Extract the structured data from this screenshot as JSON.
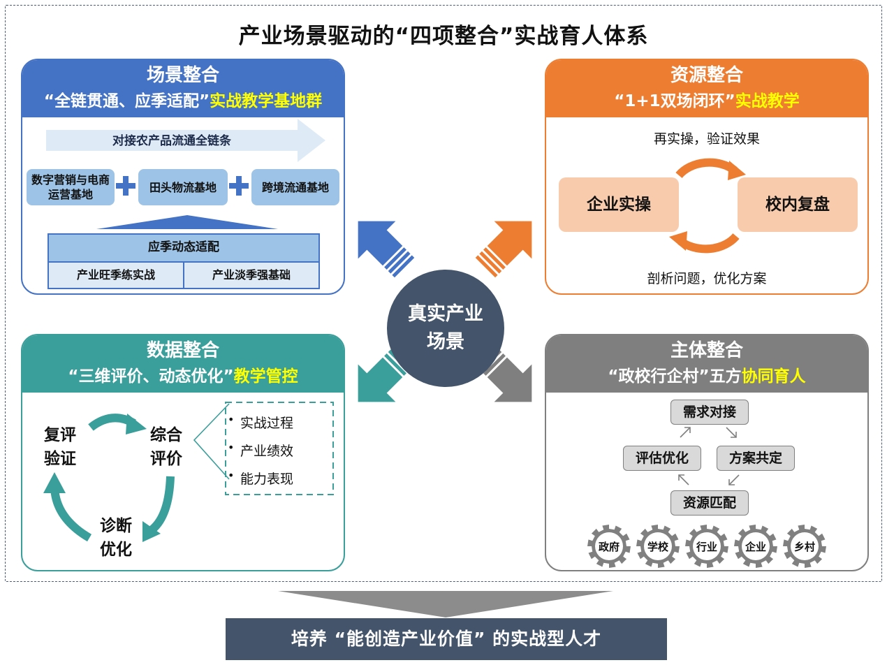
{
  "title": "产业场景驱动的“四项整合”实战育人体系",
  "center": "真实产业场景",
  "scene": {
    "title": "场景整合",
    "subtitle_main": "“全链贯通、应季适配”",
    "subtitle_highlight": "实战教学基地群",
    "chain_label": "对接农产品流通全链条",
    "bases": [
      "数字营销与电商运营基地",
      "田头物流基地",
      "跨境流通基地"
    ],
    "season_title": "应季动态适配",
    "season_items": [
      "产业旺季练实战",
      "产业淡季强基础"
    ]
  },
  "resource": {
    "title": "资源整合",
    "subtitle_main": "“1+1双场闭环”",
    "subtitle_highlight": "实战教学",
    "top_text": "再实操，验证效果",
    "bottom_text": "剖析问题，优化方案",
    "left_box": "企业实操",
    "right_box": "校内复盘"
  },
  "data": {
    "title": "数据整合",
    "subtitle_main": "“三维评价、动态优化”",
    "subtitle_highlight": "教学管控",
    "cycle": [
      "复评验证",
      "综合评价",
      "诊断优化"
    ],
    "bullets": [
      "实战过程",
      "产业绩效",
      "能力表现"
    ]
  },
  "subject": {
    "title": "主体整合",
    "subtitle_main": "“政校行企村”五方",
    "subtitle_highlight": "协同育人",
    "flow": [
      "需求对接",
      "方案共定",
      "资源匹配",
      "评估优化"
    ],
    "gears": [
      "政府",
      "学校",
      "行业",
      "企业",
      "乡村"
    ]
  },
  "bottom": "培养 “能创造产业价值” 的实战型人才",
  "colors": {
    "blue": "#4472c4",
    "orange": "#ed7d31",
    "teal": "#3a9e9a",
    "gray": "#7f7f7f",
    "dark": "#44546a",
    "highlight": "#ffff00"
  }
}
